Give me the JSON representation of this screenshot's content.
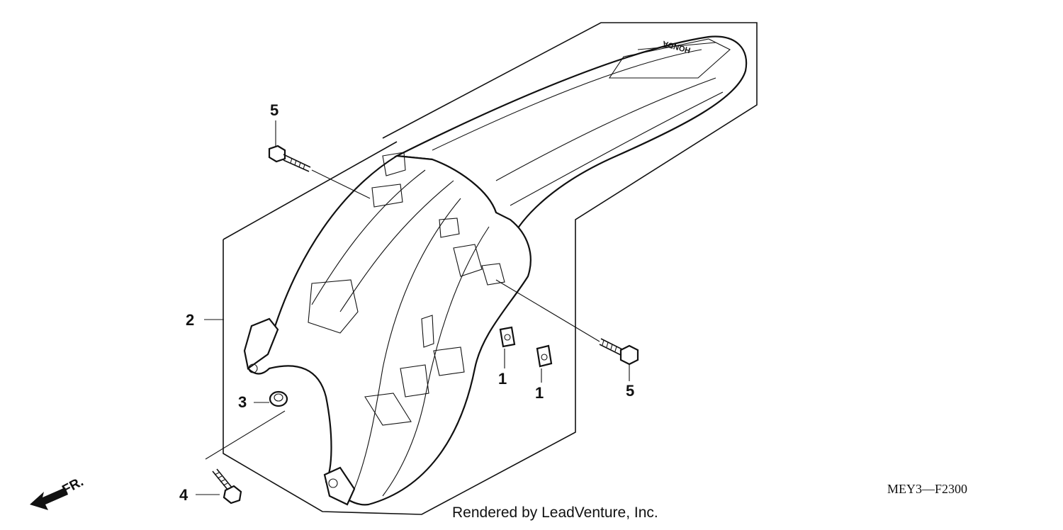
{
  "callouts": {
    "c1a": "1",
    "c1b": "1",
    "c2": "2",
    "c3": "3",
    "c4": "4",
    "c5a": "5",
    "c5b": "5"
  },
  "diagram_code": "MEY3—F2300",
  "credit": "Rendered by LeadVenture, Inc.",
  "front_label": "FR.",
  "fender_brand": "HONDA"
}
